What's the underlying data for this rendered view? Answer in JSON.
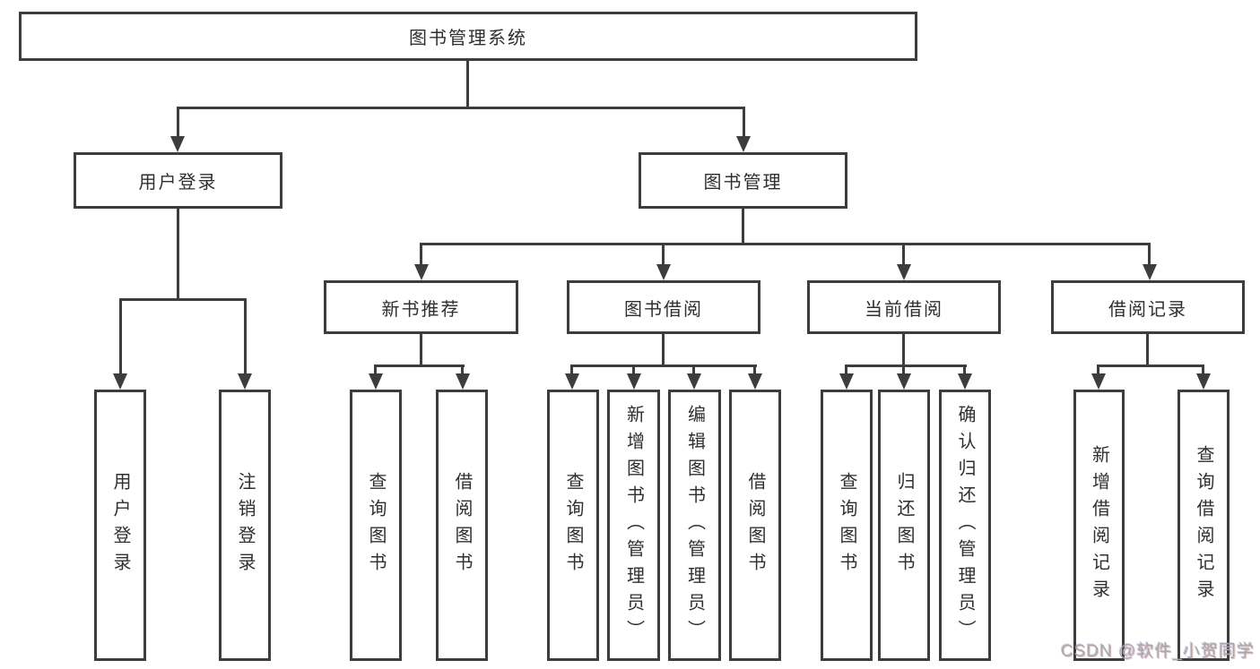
{
  "diagram": {
    "root": {
      "label": "图书管理系统"
    },
    "level2": {
      "user_login": {
        "label": "用户登录"
      },
      "book_mgmt": {
        "label": "图书管理"
      }
    },
    "level3": {
      "new_books": {
        "label": "新书推荐"
      },
      "book_borrow": {
        "label": "图书借阅"
      },
      "current_borrow": {
        "label": "当前借阅"
      },
      "borrow_records": {
        "label": "借阅记录"
      }
    },
    "leaves": {
      "login": [
        "用户登录",
        "注销登录"
      ],
      "recommend": [
        "查询图书",
        "借阅图书"
      ],
      "borrow": [
        "查询图书",
        "新增图书（管理员）",
        "编辑图书（管理员）",
        "借阅图书"
      ],
      "current": [
        "查询图书",
        "归还图书",
        "确认归还（管理员）"
      ],
      "records": [
        "新增借阅记录",
        "查询借阅记录"
      ]
    },
    "line_color": "#3d3d3d"
  },
  "watermark": "CSDN @软件_小贺同学"
}
